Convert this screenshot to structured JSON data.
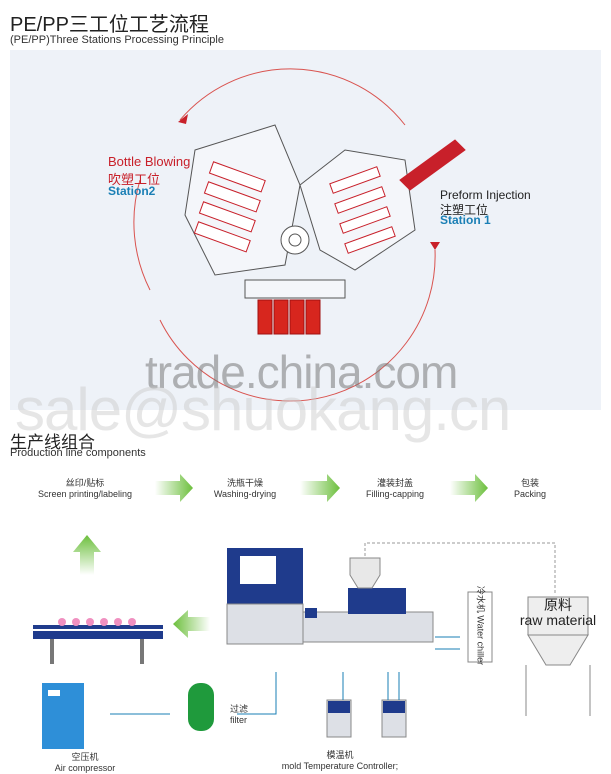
{
  "header": {
    "title_cn": "PE/PP三工位工艺流程",
    "title_en": "(PE/PP)Three Stations Processing Principle"
  },
  "stations": {
    "station2": {
      "en": "Bottle Blowing",
      "cn": "吹塑工位",
      "label": "Station2"
    },
    "station1": {
      "en": "Preform Injection",
      "cn": "注塑工位",
      "label": "Station 1"
    }
  },
  "watermark": {
    "line1": "trade.china.com",
    "line2": "sale@shuokang.cn"
  },
  "components": {
    "title_cn": "生产线组合",
    "title_en": "Production line components"
  },
  "steps": [
    {
      "cn": "丝印/贴标",
      "en": "Screen printing/labeling"
    },
    {
      "cn": "洗瓶干燥",
      "en": "Washing-drying"
    },
    {
      "cn": "灌装封盖",
      "en": "Filling-capping"
    },
    {
      "cn": "包装",
      "en": "Packing"
    }
  ],
  "equipment": {
    "chiller_cn": "冷水机",
    "chiller_en": "Water chiller",
    "raw_cn": "原料",
    "raw_en": "raw material",
    "filter_cn": "过滤",
    "filter_en": "filter",
    "compressor_cn": "空压机",
    "compressor_en": "Air compressor",
    "mold_cn": "模温机",
    "mold_en": "mold Temperature Controller;"
  },
  "colors": {
    "red": "#c8202a",
    "blue": "#1a7fb5",
    "navy": "#1f3b8c",
    "green": "#7cc142"
  }
}
